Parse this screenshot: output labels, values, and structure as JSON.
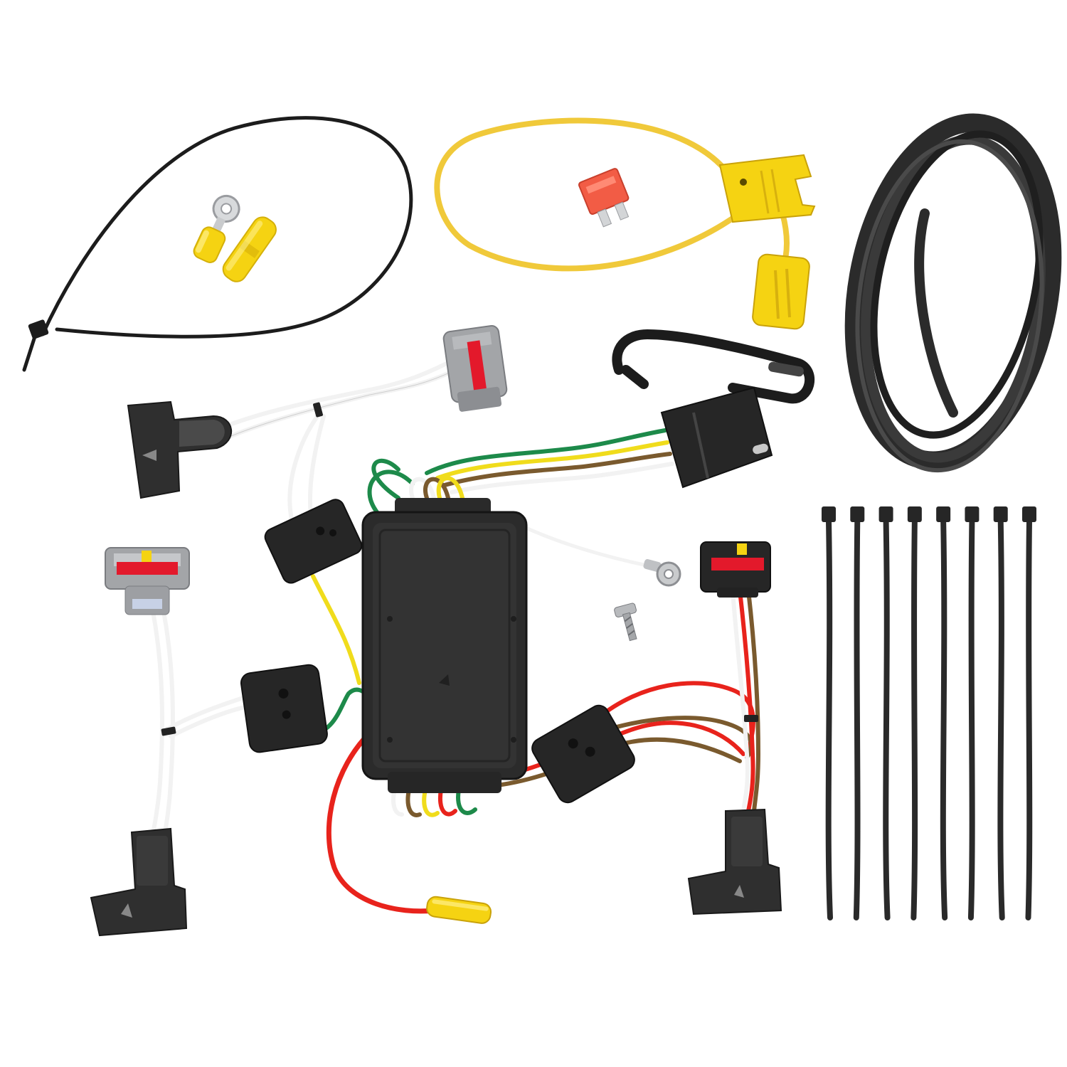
{
  "image": {
    "kind": "product-photo",
    "background": "#ffffff",
    "components": [
      "large-zip-tie",
      "ring-terminal",
      "butt-connector",
      "fuse-holder-loop",
      "fuse",
      "fuse-cap",
      "coiled-wire",
      "upper-left-harness-plug",
      "upper-left-male-connector",
      "upper-right-4-flat-connector",
      "converter-module",
      "ground-wire",
      "screw",
      "lower-left-harness-plug",
      "lower-left-male-connector",
      "lower-right-harness-plug",
      "lower-right-male-connector",
      "power-wire",
      "small-zip-ties"
    ],
    "small_zip_tie_count": 8
  },
  "colors": {
    "connector_black": "#262626",
    "connector_grey": "#a3a5a8",
    "latch_red": "#e3192b",
    "terminal_yellow": "#f5d312",
    "fuse_red": "#f25c45",
    "wire_white": "#f2f2f2",
    "wire_green": "#1d8a4a",
    "wire_yellow": "#f0dc1c",
    "wire_brown": "#7a5a2e",
    "wire_red": "#e8231c",
    "coil_black": "#2b2b2b",
    "fuse_loop_yellow": "#f0c93a"
  }
}
